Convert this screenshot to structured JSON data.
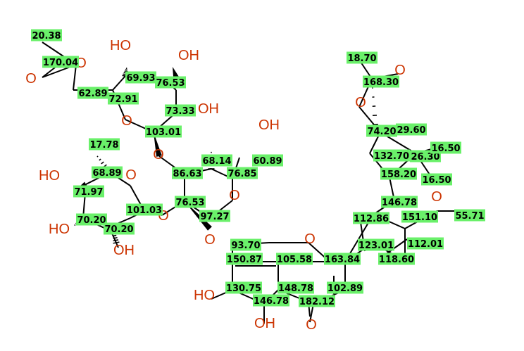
{
  "colors": {
    "bond": "#000000",
    "heteroatom": "#cc3300",
    "shift_label_bg": "#6af06a",
    "shift_label_text": "#000000"
  },
  "atom_labels": [
    "HO",
    "OH",
    "OH",
    "OH",
    "O",
    "O",
    "O",
    "O",
    "O",
    "O",
    "O",
    "O",
    "O",
    "O",
    "O",
    "O",
    "HO",
    "HO",
    "OH",
    "HO",
    "OH"
  ],
  "shift_labels": [
    "20.38",
    "170.04",
    "69.93",
    "76.53",
    "62.89",
    "72.91",
    "73.33",
    "103.01",
    "17.78",
    "68.14",
    "76.85",
    "60.89",
    "68.89",
    "86.63",
    "71.97",
    "76.53",
    "101.03",
    "97.27",
    "70.20",
    "70.20",
    "93.70",
    "150.87",
    "105.58",
    "130.75",
    "148.78",
    "146.78",
    "182.12",
    "163.84",
    "102.89",
    "123.01",
    "118.60",
    "112.01",
    "151.10",
    "55.71",
    "112.86",
    "146.78",
    "158.20",
    "26.30",
    "16.50",
    "16.50",
    "132.70",
    "74.20",
    "29.60",
    "168.30",
    "18.70"
  ]
}
